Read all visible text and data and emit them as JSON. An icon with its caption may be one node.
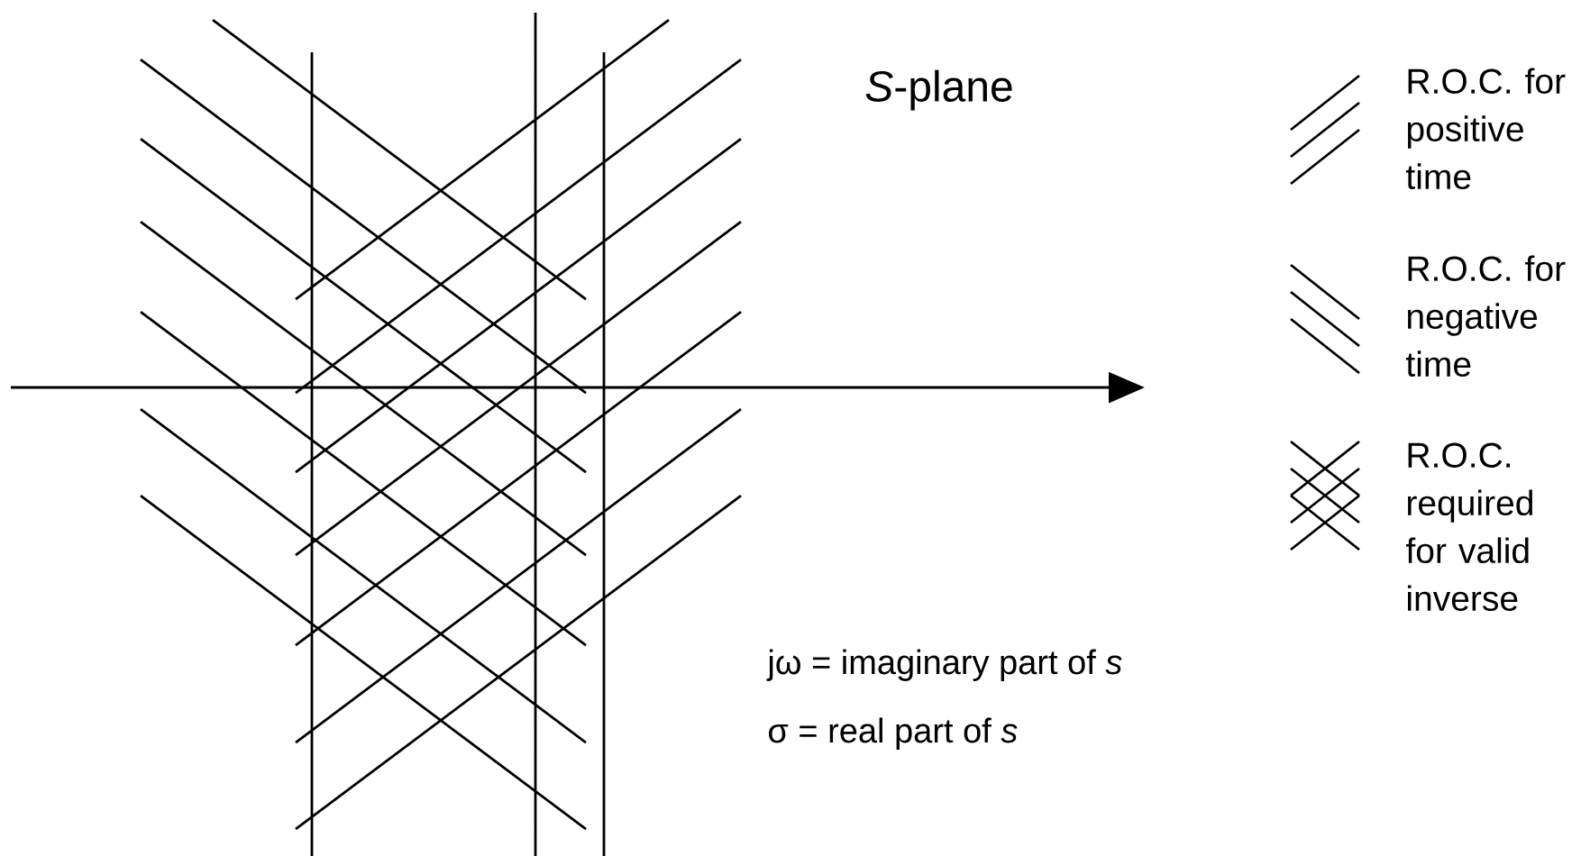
{
  "diagram": {
    "labels": [
      "*S*-plane",
      "jω = imaginary part of *s*",
      "σ = real part of *s*"
    ],
    "legend": [
      {
        "text": "R.O.C. for positive time"
      },
      {
        "text": "R.O.C. for negative time"
      },
      {
        "text": "R.O.C. required for valid inverse"
      }
    ]
  }
}
